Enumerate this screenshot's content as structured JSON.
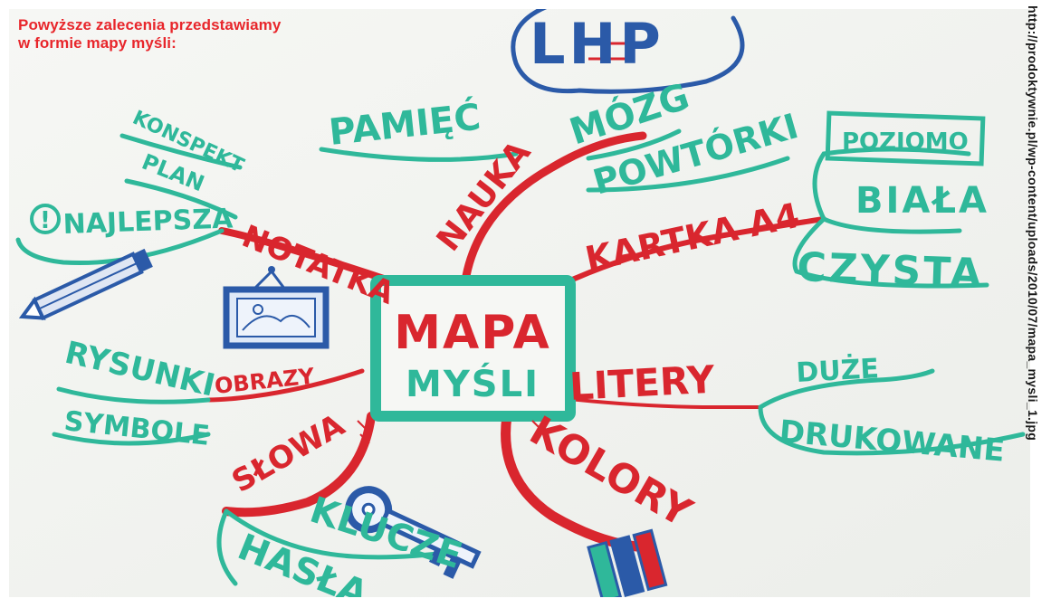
{
  "caption": {
    "line1": "Powyższe zalecenia przedstawiamy",
    "line2": "w formie mapy myśli:"
  },
  "source_url": "http://prodoktywnie.pl/wp-content/uploads/2010/07/mapa_mysli_1.jpg",
  "colors": {
    "caption": "#e8262b",
    "red_ink": "#d9262e",
    "green_ink": "#2fb89a",
    "blue_ink": "#2b5aa8",
    "background": "#f3f4f1"
  },
  "mind_map": {
    "center_line1": "MAPA",
    "center_line2": "MYŚLI",
    "branches": {
      "nauka": "NAUKA",
      "notatka": "NOTATKA",
      "kartka": "KARTKA A4",
      "obrazy": "OBRAZY",
      "litery": "LITERY",
      "slowa": "SŁOWA",
      "kolory": "KOLORY"
    },
    "leaves": {
      "lhp": "LHP",
      "pamiec": "PAMIĘĆ",
      "mozg": "MÓZG",
      "powtorki": "POWTÓRKI",
      "konspekt": "KONSPEKT",
      "plan": "PLAN",
      "najlepsza": "NAJLEPSZA",
      "najlepsza_mark": "!",
      "poziomo": "POZIOMO",
      "biala": "BIAŁA",
      "czysta": "CZYSTA",
      "rysunki": "RYSUNKI",
      "symbole": "SYMBOLE",
      "duze": "DUŻE",
      "drukowane": "DRUKOWANE",
      "klucze": "KLUCZE",
      "hasla": "HASŁA"
    }
  },
  "icons": [
    "pencil-icon",
    "framed-picture-icon",
    "key-icon",
    "markers-icon"
  ]
}
